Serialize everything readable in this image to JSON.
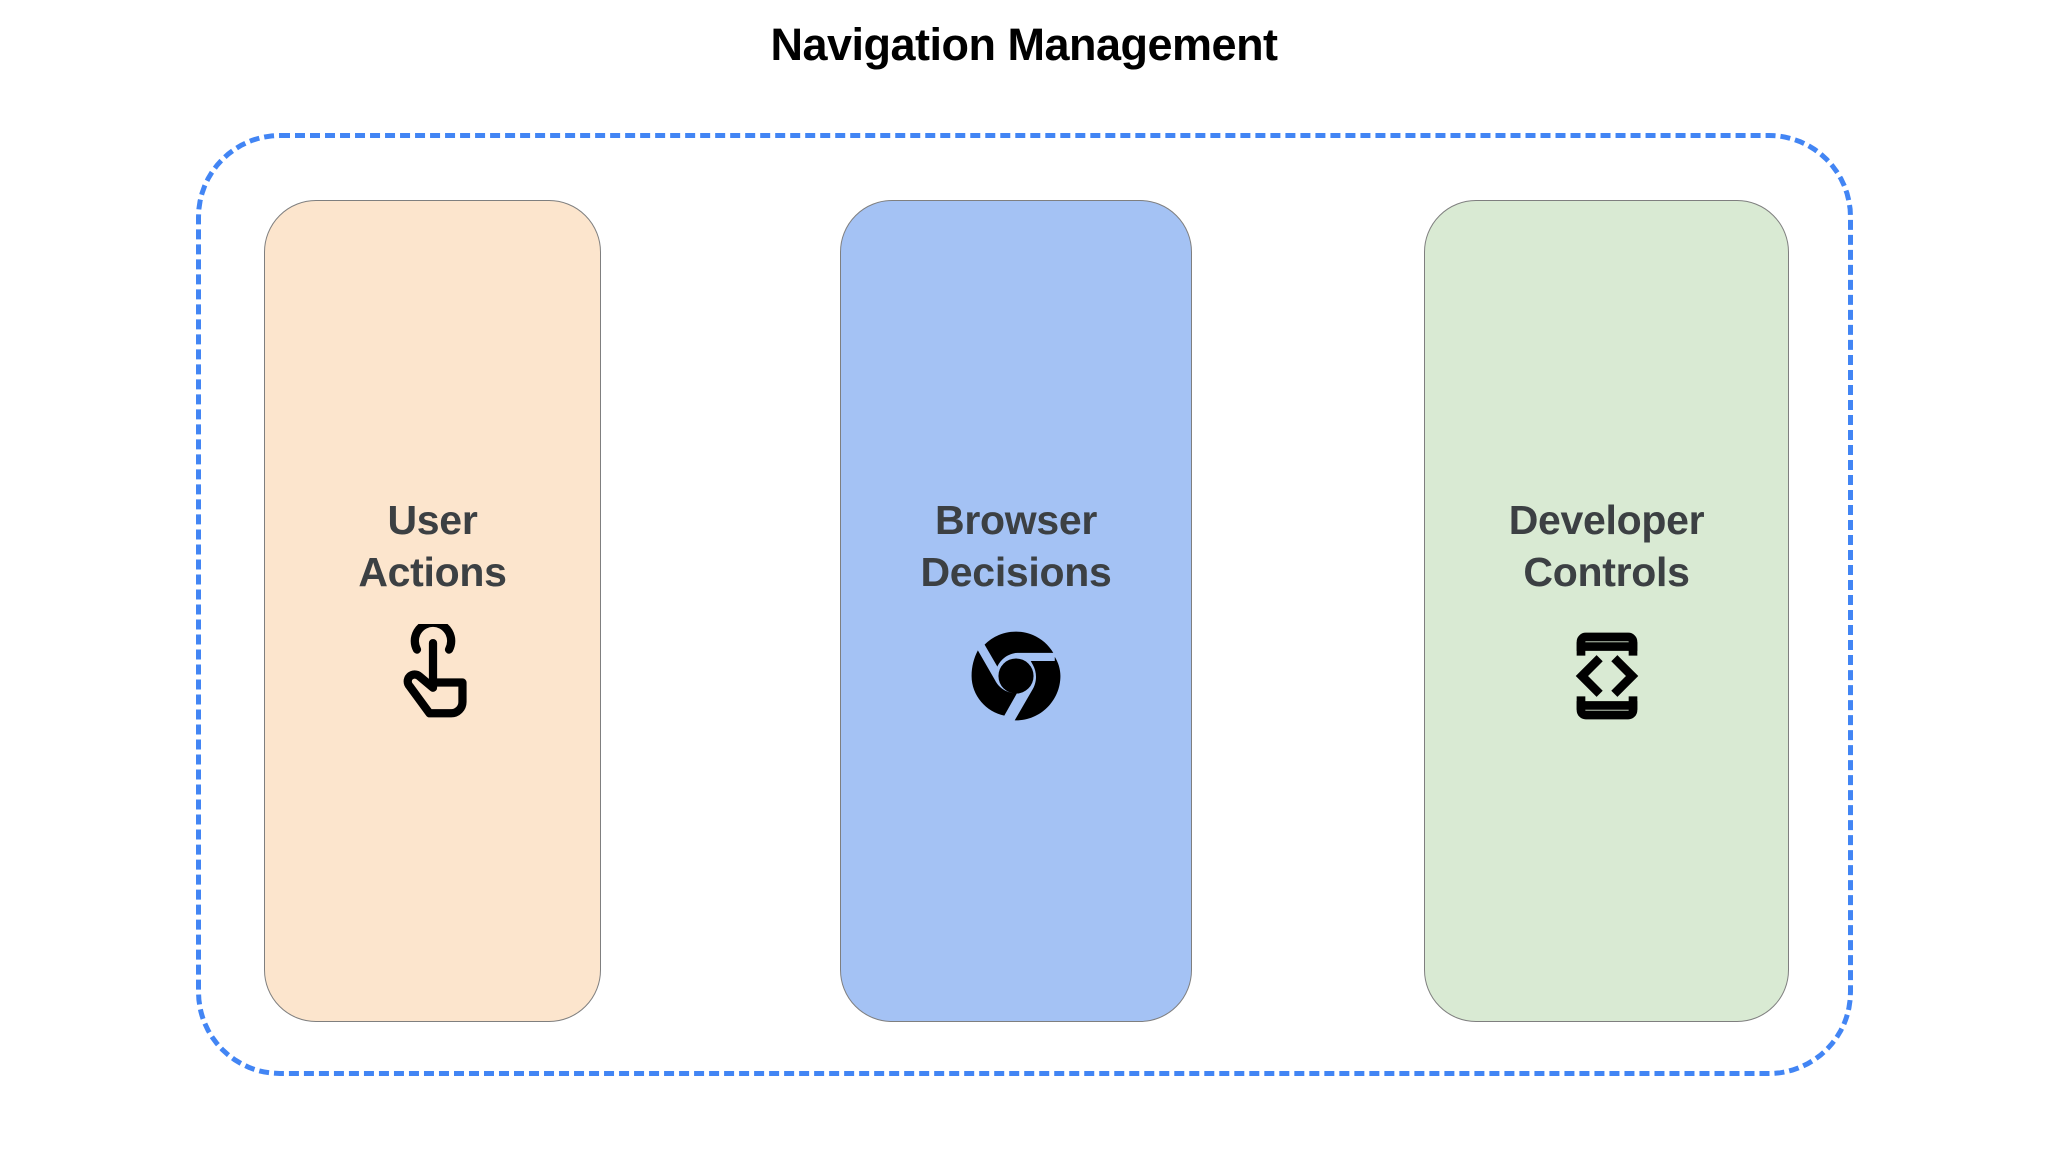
{
  "page": {
    "title": "Navigation Management",
    "background_color": "#FFFFFF"
  },
  "group_container": {
    "name": "navigation-management-group",
    "border_style": "dashed",
    "border_color": "#4285F4"
  },
  "cards": [
    {
      "id": "user-actions",
      "label": "User\nActions",
      "label_line_1": "User",
      "label_line_2": "Actions",
      "background_color": "#FCE5CD",
      "border_color": "#7F7F7F",
      "text_color": "#3C4043",
      "icon": "touch-app-icon",
      "icon_color": "#000000"
    },
    {
      "id": "browser-decisions",
      "label": "Browser\nDecisions",
      "label_line_1": "Browser",
      "label_line_2": "Decisions",
      "background_color": "#A4C2F4",
      "border_color": "#7F7F7F",
      "text_color": "#3C4043",
      "icon": "chrome-logo-icon",
      "icon_color": "#000000"
    },
    {
      "id": "developer-controls",
      "label": "Developer\nControls",
      "label_line_1": "Developer",
      "label_line_2": "Controls",
      "background_color": "#D9EAD3",
      "border_color": "#7F7F7F",
      "text_color": "#3C4043",
      "icon": "developer-mode-icon",
      "icon_color": "#000000"
    }
  ]
}
